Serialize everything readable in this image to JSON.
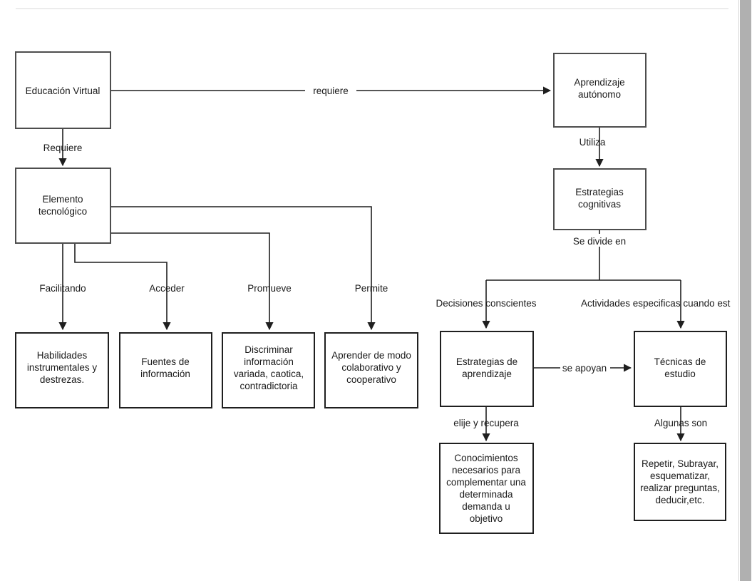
{
  "diagram": {
    "title": "Mapa conceptual Educacion Virtual",
    "background": "#ffffff",
    "box_stroke": "#4d4d4d",
    "line_color": "#1f1f1f",
    "nodes": [
      {
        "id": "educacion_virtual",
        "label": "Educación Virtual",
        "lines": [
          "Educación Virtual"
        ]
      },
      {
        "id": "elemento_tecnologico",
        "label": "Elemento tecnológico",
        "lines": [
          "Elemento",
          "tecnológico"
        ]
      },
      {
        "id": "habilidades",
        "label": "Habilidades instrumentales y destrezas.",
        "lines": [
          "Habilidades",
          "instrumentales y",
          "destrezas."
        ]
      },
      {
        "id": "fuentes",
        "label": "Fuentes de información",
        "lines": [
          "Fuentes de",
          "información"
        ]
      },
      {
        "id": "discriminar",
        "label": "Discriminar información variada, caotica, contradictoria",
        "lines": [
          "Discriminar",
          "información",
          "variada, caotica,",
          "contradictoria"
        ]
      },
      {
        "id": "aprender_modo",
        "label": "Aprender de modo colaborativo y cooperativo",
        "lines": [
          "Aprender de modo",
          "colaborativo y",
          "cooperativo"
        ]
      },
      {
        "id": "aprendizaje_autonomo",
        "label": "Aprendizaje autónomo",
        "lines": [
          "Aprendizaje",
          "autónomo"
        ]
      },
      {
        "id": "estrategias_cognitivas",
        "label": "Estrategias cognitivas",
        "lines": [
          "Estrategias",
          "cognitivas"
        ]
      },
      {
        "id": "estrategias_aprendizaje",
        "label": "Estrategias de aprendizaje",
        "lines": [
          "Estrategias de",
          "aprendizaje"
        ]
      },
      {
        "id": "tecnicas_estudio",
        "label": "Técnicas de estudio",
        "lines": [
          "Técnicas de",
          "estudio"
        ]
      },
      {
        "id": "conocimientos",
        "label": "Conocimientos necesarios para complementar una determinada demanda u objetivo",
        "lines": [
          "Conocimientos",
          "necesarios para",
          "complementar una",
          "determinada",
          "demanda u",
          "objetivo"
        ]
      },
      {
        "id": "repetir",
        "label": "Repetir, Subrayar, esquematizar, realizar preguntas, deducir,etc.",
        "lines": [
          "Repetir, Subrayar,",
          "esquematizar,",
          "realizar preguntas,",
          "deducir,etc."
        ]
      }
    ],
    "edges": [
      {
        "id": "e1",
        "from": "educacion_virtual",
        "to": "aprendizaje_autonomo",
        "label": "requiere"
      },
      {
        "id": "e2",
        "from": "educacion_virtual",
        "to": "elemento_tecnologico",
        "label": "Requiere"
      },
      {
        "id": "e3",
        "from": "elemento_tecnologico",
        "to": "habilidades",
        "label": "Facilitando"
      },
      {
        "id": "e4",
        "from": "elemento_tecnologico",
        "to": "fuentes",
        "label": "Acceder"
      },
      {
        "id": "e5",
        "from": "elemento_tecnologico",
        "to": "discriminar",
        "label": "Promueve"
      },
      {
        "id": "e6",
        "from": "elemento_tecnologico",
        "to": "aprender_modo",
        "label": "Permite"
      },
      {
        "id": "e7",
        "from": "aprendizaje_autonomo",
        "to": "estrategias_cognitivas",
        "label": "Utiliza"
      },
      {
        "id": "e8",
        "from": "estrategias_cognitivas",
        "to": "branch",
        "label": "Se divide en"
      },
      {
        "id": "e9",
        "from": "branch",
        "to": "estrategias_aprendizaje",
        "label": "Decisiones conscientes"
      },
      {
        "id": "e10",
        "from": "branch",
        "to": "tecnicas_estudio",
        "label": "Actividades especificas cuando est"
      },
      {
        "id": "e11",
        "from": "estrategias_aprendizaje",
        "to": "tecnicas_estudio",
        "label": "se apoyan"
      },
      {
        "id": "e12",
        "from": "estrategias_aprendizaje",
        "to": "conocimientos",
        "label": "elije y recupera"
      },
      {
        "id": "e13",
        "from": "tecnicas_estudio",
        "to": "repetir",
        "label": "Algunas son"
      }
    ]
  }
}
